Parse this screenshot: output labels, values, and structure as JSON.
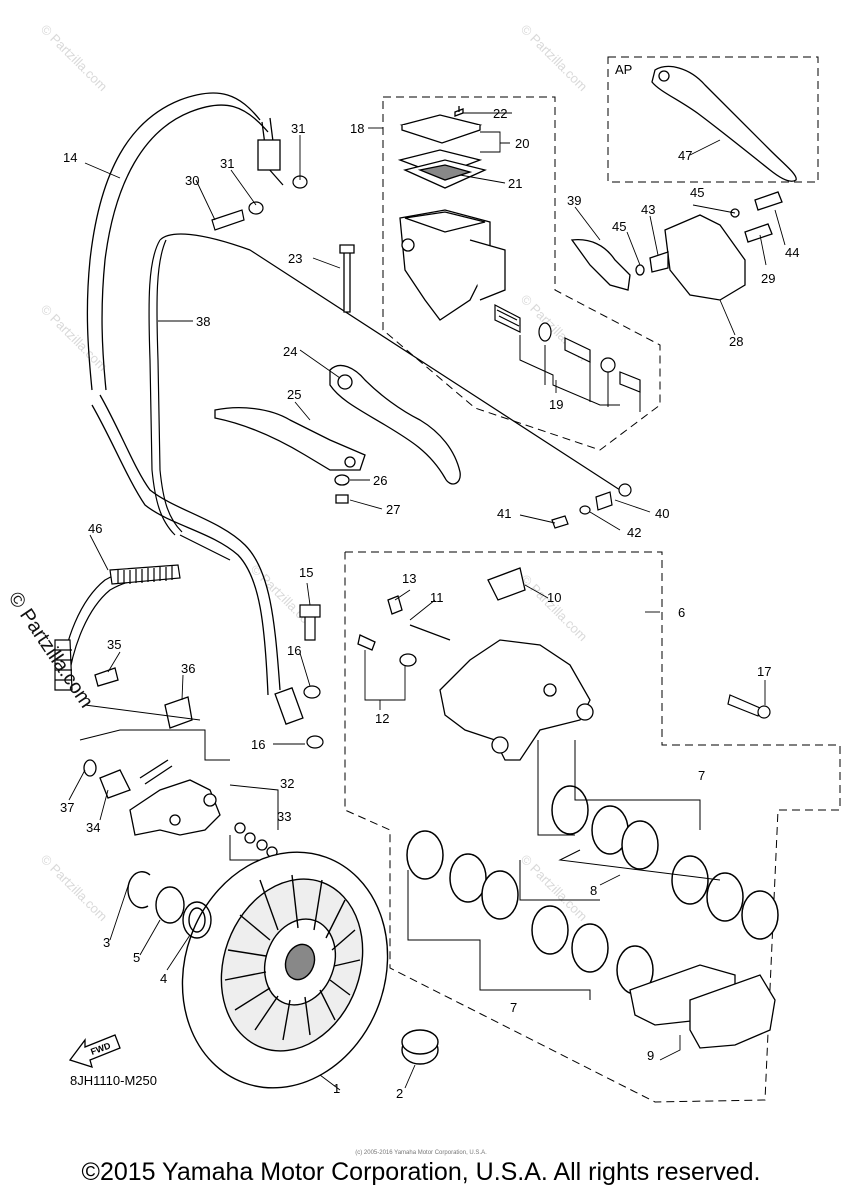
{
  "diagram": {
    "variant_label": "AP",
    "diagram_code": "8JH1110-M250",
    "fwd_label": "FWD",
    "watermark": "© Partzilla.com",
    "side_watermark": "© Partzilla.com",
    "small_copyright": "(c) 2005-2016 Yamaha Motor Corporation, U.S.A.",
    "copyright": "©2015 Yamaha Motor Corporation, U.S.A. All rights reserved.",
    "callouts": {
      "p1": "1",
      "p2": "2",
      "p3": "3",
      "p4": "4",
      "p5": "5",
      "p6": "6",
      "p7a": "7",
      "p7b": "7",
      "p8": "8",
      "p9": "9",
      "p10": "10",
      "p11": "11",
      "p12": "12",
      "p13": "13",
      "p14": "14",
      "p15": "15",
      "p16a": "16",
      "p16b": "16",
      "p17": "17",
      "p18": "18",
      "p19": "19",
      "p20": "20",
      "p21": "21",
      "p22": "22",
      "p23": "23",
      "p24": "24",
      "p25": "25",
      "p26": "26",
      "p27": "27",
      "p28": "28",
      "p29": "29",
      "p30": "30",
      "p31a": "31",
      "p31b": "31",
      "p32": "32",
      "p33": "33",
      "p34": "34",
      "p35": "35",
      "p36": "36",
      "p37": "37",
      "p38": "38",
      "p39": "39",
      "p40": "40",
      "p41": "41",
      "p42": "42",
      "p43": "43",
      "p44": "44",
      "p45a": "45",
      "p45b": "45",
      "p46": "46",
      "p47": "47"
    }
  }
}
